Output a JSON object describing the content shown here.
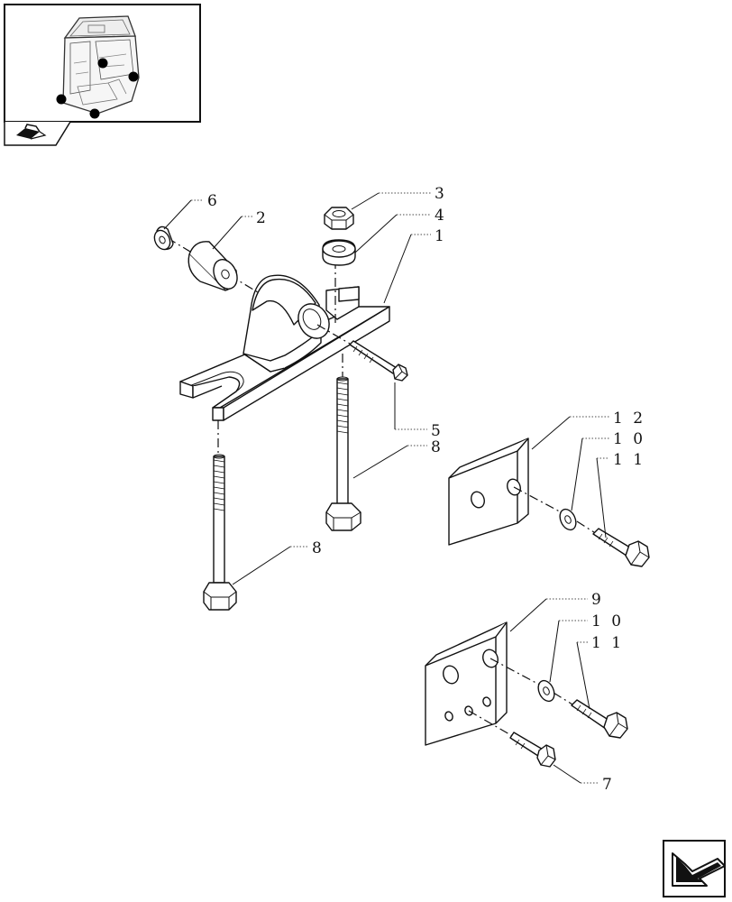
{
  "inset": {
    "title": "",
    "icon": "cab-thumbnail-icon",
    "nav_icon": "book-arrow-icon"
  },
  "callouts": [
    {
      "id": "c6",
      "label": "6"
    },
    {
      "id": "c2",
      "label": "2"
    },
    {
      "id": "c3",
      "label": "3"
    },
    {
      "id": "c4",
      "label": "4"
    },
    {
      "id": "c1",
      "label": "1"
    },
    {
      "id": "c5",
      "label": "5"
    },
    {
      "id": "c8a",
      "label": "8"
    },
    {
      "id": "c8b",
      "label": "8"
    },
    {
      "id": "c12",
      "label": "1 2"
    },
    {
      "id": "c10a",
      "label": "1 0"
    },
    {
      "id": "c11a",
      "label": "1 1"
    },
    {
      "id": "c9",
      "label": "9"
    },
    {
      "id": "c10b",
      "label": "1 0"
    },
    {
      "id": "c11b",
      "label": "1 1"
    },
    {
      "id": "c7",
      "label": "7"
    }
  ],
  "footer": {
    "nav_icon": "next-page-arrow-icon"
  }
}
